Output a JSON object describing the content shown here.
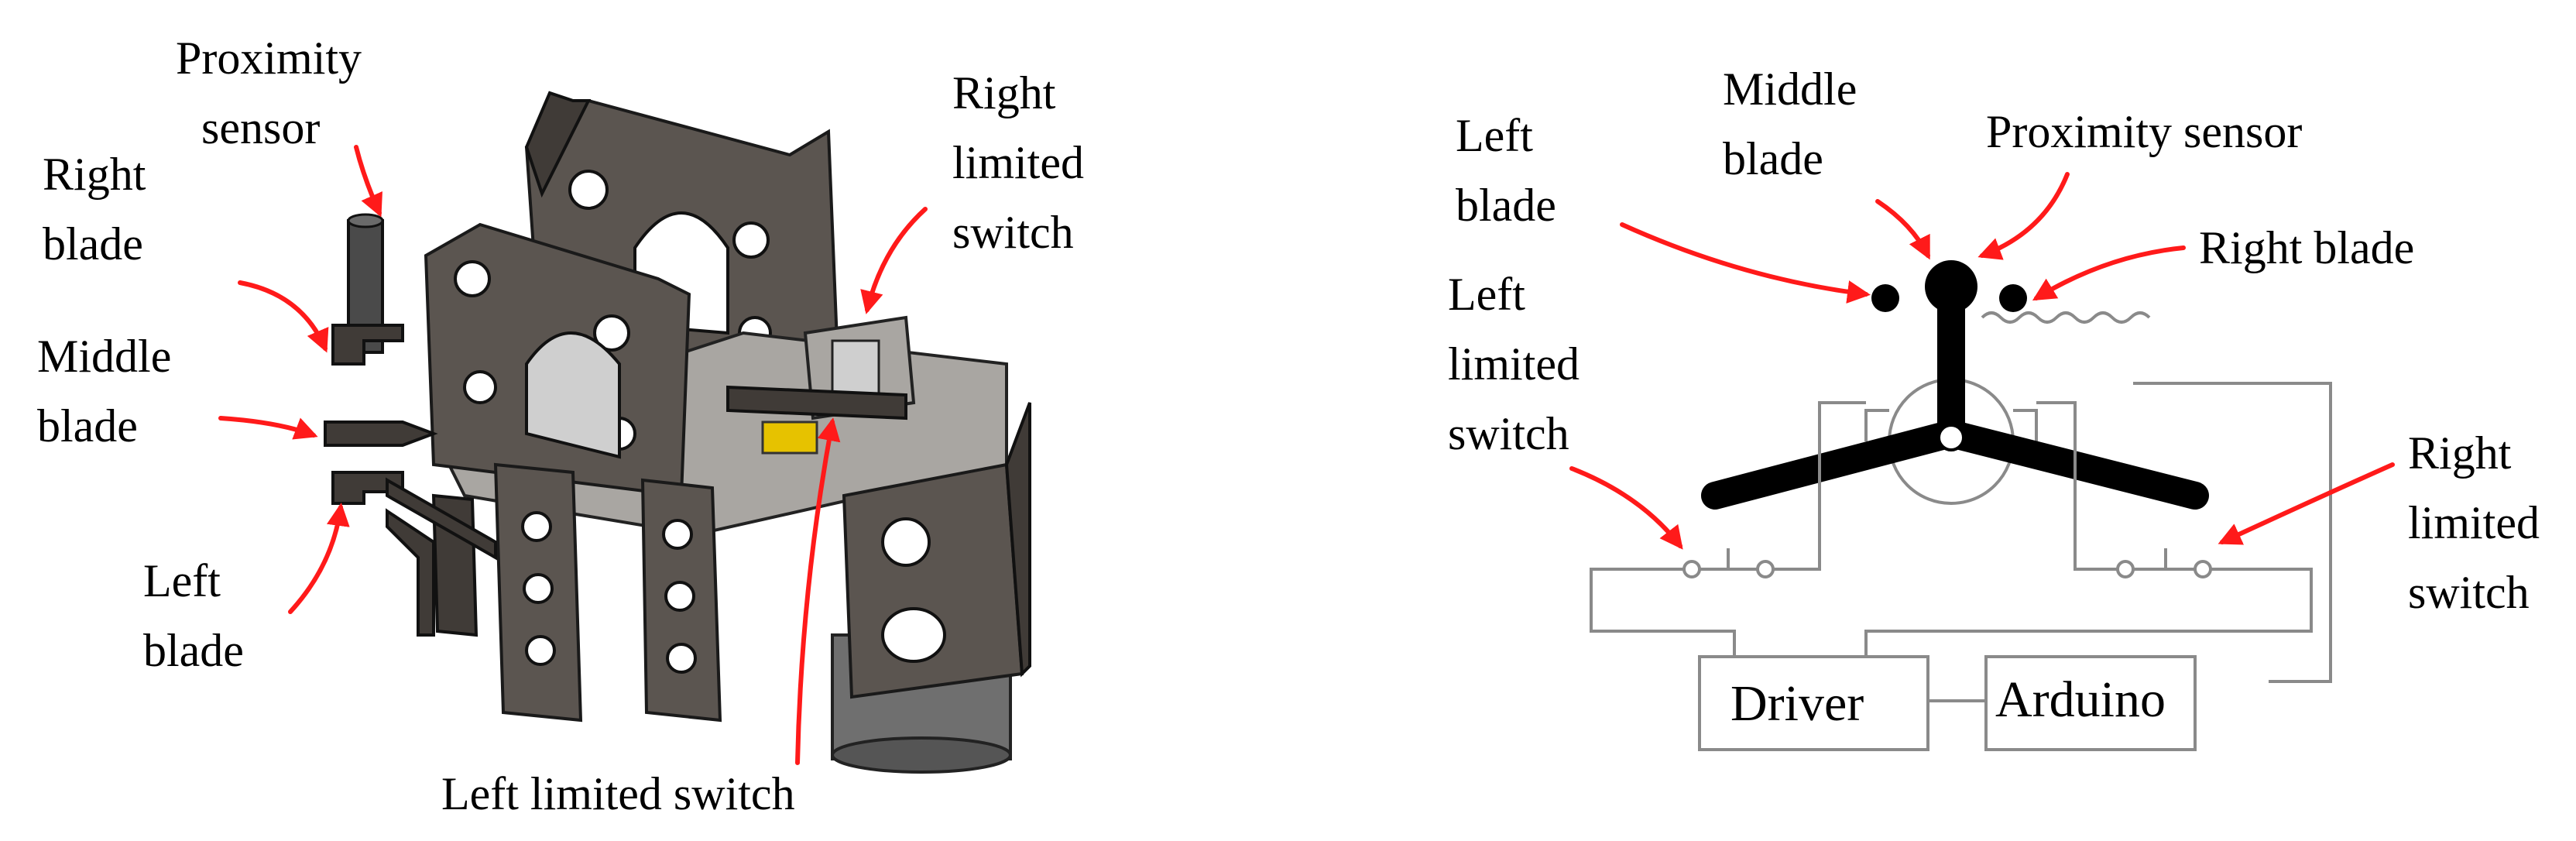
{
  "left_figure": {
    "labels": {
      "proximity_sensor": [
        "Proximity",
        "sensor"
      ],
      "right_blade": [
        "Right",
        "blade"
      ],
      "middle_blade": [
        "Middle",
        "blade"
      ],
      "left_blade": [
        "Left",
        "blade"
      ],
      "right_limited_switch": [
        "Right",
        "limited",
        "switch"
      ],
      "left_limited_switch": "Left limited  switch"
    }
  },
  "right_figure": {
    "labels": {
      "left_blade": [
        "Left",
        "blade"
      ],
      "middle_blade": [
        "Middle",
        "blade"
      ],
      "proximity_sensor": "Proximity  sensor",
      "right_blade": "Right  blade",
      "left_limited_switch": [
        "Left",
        "limited",
        "switch"
      ],
      "right_limited_switch": [
        "Right",
        "limited",
        "switch"
      ]
    },
    "boxes": {
      "driver": "Driver",
      "arduino": "Arduino"
    }
  },
  "colors": {
    "arrow": "#ff1a1a",
    "metal": "#5b5550",
    "wire": "#8a8a8a"
  }
}
